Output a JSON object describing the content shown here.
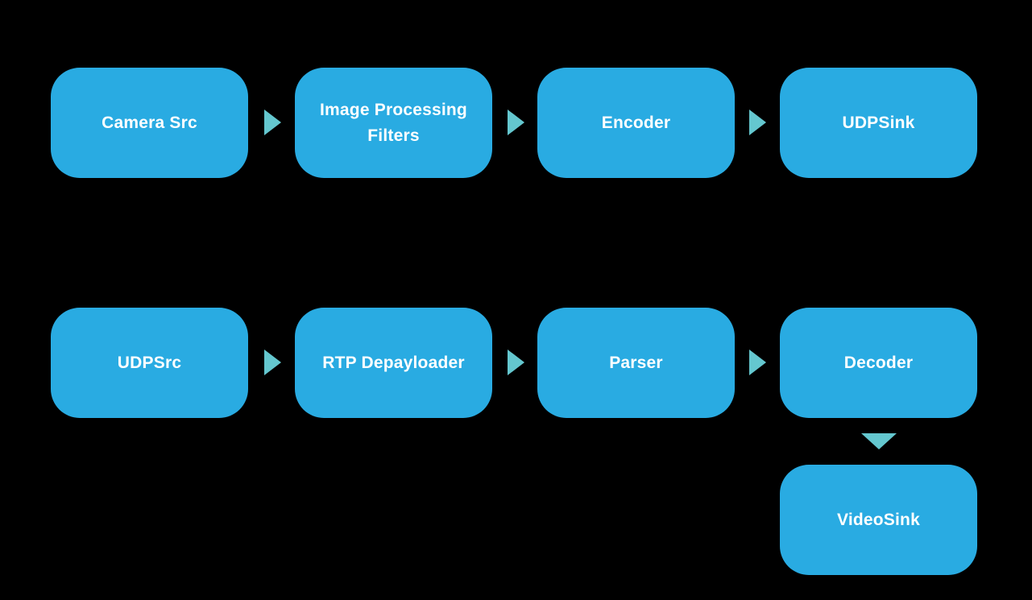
{
  "diagram": {
    "description": "Video streaming pipeline flow diagram",
    "colors": {
      "background": "#000000",
      "node_fill": "#29ABE2",
      "arrow": "#64C7CF",
      "label_text": "#FFFFFF"
    },
    "top_row": {
      "nodes": [
        {
          "label": "Camera Src"
        },
        {
          "label": "Image Processing Filters"
        },
        {
          "label": "Encoder"
        },
        {
          "label": "UDPSink"
        }
      ]
    },
    "bottom_row": {
      "nodes": [
        {
          "label": "UDPSrc"
        },
        {
          "label": "RTP Depayloader"
        },
        {
          "label": "Parser"
        },
        {
          "label": "Decoder"
        }
      ]
    },
    "sink_node": {
      "label": "VideoSink"
    },
    "connections": [
      {
        "from": "Camera Src",
        "to": "Image Processing Filters",
        "direction": "right"
      },
      {
        "from": "Image Processing Filters",
        "to": "Encoder",
        "direction": "right"
      },
      {
        "from": "Encoder",
        "to": "UDPSink",
        "direction": "right"
      },
      {
        "from": "UDPSrc",
        "to": "RTP Depayloader",
        "direction": "right"
      },
      {
        "from": "RTP Depayloader",
        "to": "Parser",
        "direction": "right"
      },
      {
        "from": "Parser",
        "to": "Decoder",
        "direction": "right"
      },
      {
        "from": "Decoder",
        "to": "VideoSink",
        "direction": "down"
      }
    ]
  }
}
